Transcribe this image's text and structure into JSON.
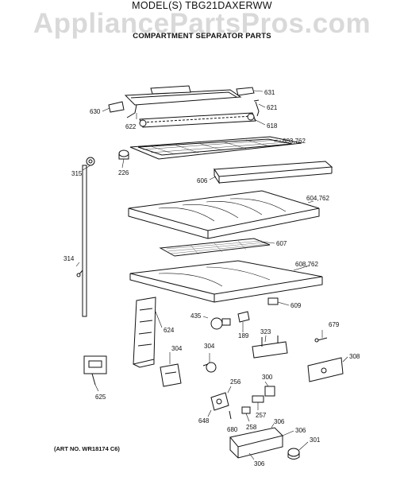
{
  "header": {
    "model": "MODEL(S) TBG21DAXERWW",
    "watermark": "AppliancePartsPros.com",
    "subtitle": "COMPARTMENT SEPARATOR PARTS"
  },
  "footer": {
    "art_no": "(ART NO. WR18174 C6)"
  },
  "callouts": {
    "p631": "631",
    "p630": "630",
    "p621": "621",
    "p622": "622",
    "p618": "618",
    "p603": "603,762",
    "p315": "315",
    "p226": "226",
    "p606": "606",
    "p604": "604,762",
    "p607": "607",
    "p314": "314",
    "p608": "608,762",
    "p609": "609",
    "p435": "435",
    "p189": "189",
    "p624": "624",
    "p323": "323",
    "p679": "679",
    "p304a": "304",
    "p304b": "304",
    "p308": "308",
    "p625": "625",
    "p256": "256",
    "p300": "300",
    "p257": "257",
    "p648": "648",
    "p680": "680",
    "p258": "258",
    "p306a": "306",
    "p306b": "306",
    "p306c": "306",
    "p301": "301"
  }
}
